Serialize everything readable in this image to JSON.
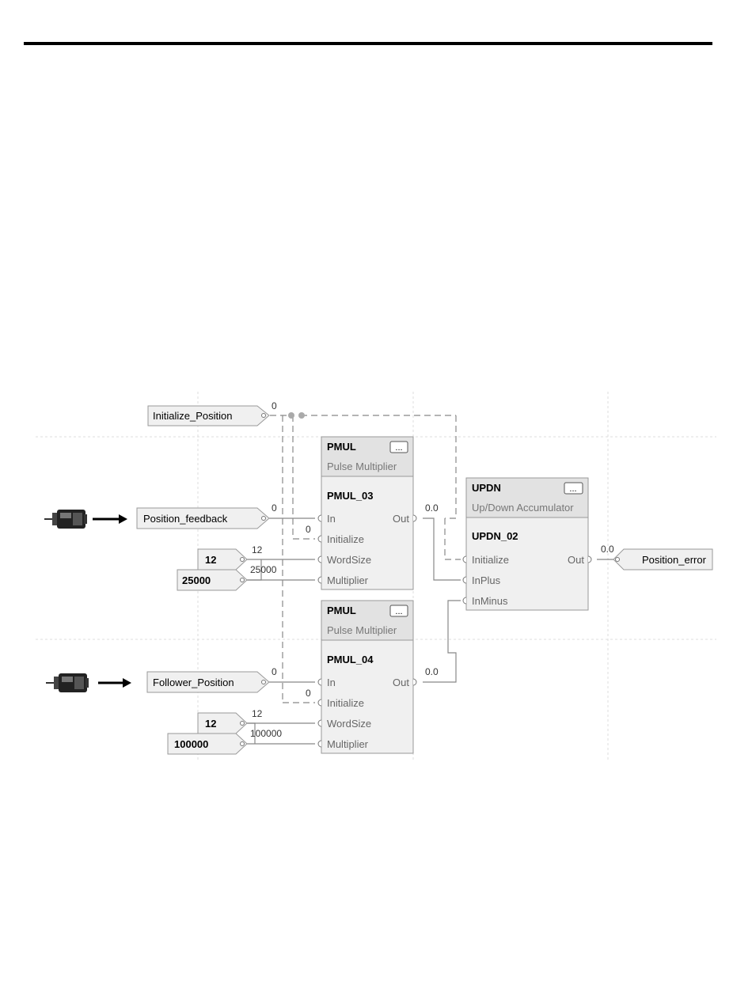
{
  "input_tags": {
    "initialize_position": "Initialize_Position",
    "position_feedback": "Position_feedback",
    "follower_position": "Follower_Position"
  },
  "output_tags": {
    "position_error": "Position_error"
  },
  "constants": {
    "pmul03_wordsize": "12",
    "pmul03_multiplier": "25000",
    "pmul04_wordsize": "12",
    "pmul04_multiplier": "100000"
  },
  "wire_values": {
    "initialize": "0",
    "position_feedback": "0",
    "pmul03_initialize": "0",
    "pmul03_wordsize": "12",
    "pmul03_multiplier": "25000",
    "pmul03_out": "0.0",
    "upd_out": "0.0",
    "follower_position": "0",
    "pmul04_initialize": "0",
    "pmul04_wordsize": "12",
    "pmul04_multiplier": "100000",
    "pmul04_out": "0.0"
  },
  "blocks": {
    "pmul_03": {
      "type": "PMUL",
      "description": "Pulse Multiplier",
      "tag": "PMUL_03",
      "button": "...",
      "pins": {
        "in": "In",
        "initialize": "Initialize",
        "wordsize": "WordSize",
        "multiplier": "Multiplier",
        "out": "Out"
      }
    },
    "pmul_04": {
      "type": "PMUL",
      "description": "Pulse Multiplier",
      "tag": "PMUL_04",
      "button": "...",
      "pins": {
        "in": "In",
        "initialize": "Initialize",
        "wordsize": "WordSize",
        "multiplier": "Multiplier",
        "out": "Out"
      }
    },
    "updn_02": {
      "type": "UPDN",
      "description": "Up/Down Accumulator",
      "tag": "UPDN_02",
      "button": "...",
      "pins": {
        "initialize": "Initialize",
        "inplus": "InPlus",
        "inminus": "InMinus",
        "out": "Out"
      }
    }
  },
  "colors": {
    "wire": "#888888",
    "block_fill": "#f0f0f0",
    "block_border": "#999999",
    "grid": "#dddddd"
  },
  "icons": [
    "motor-icon",
    "arrow-right-icon"
  ]
}
